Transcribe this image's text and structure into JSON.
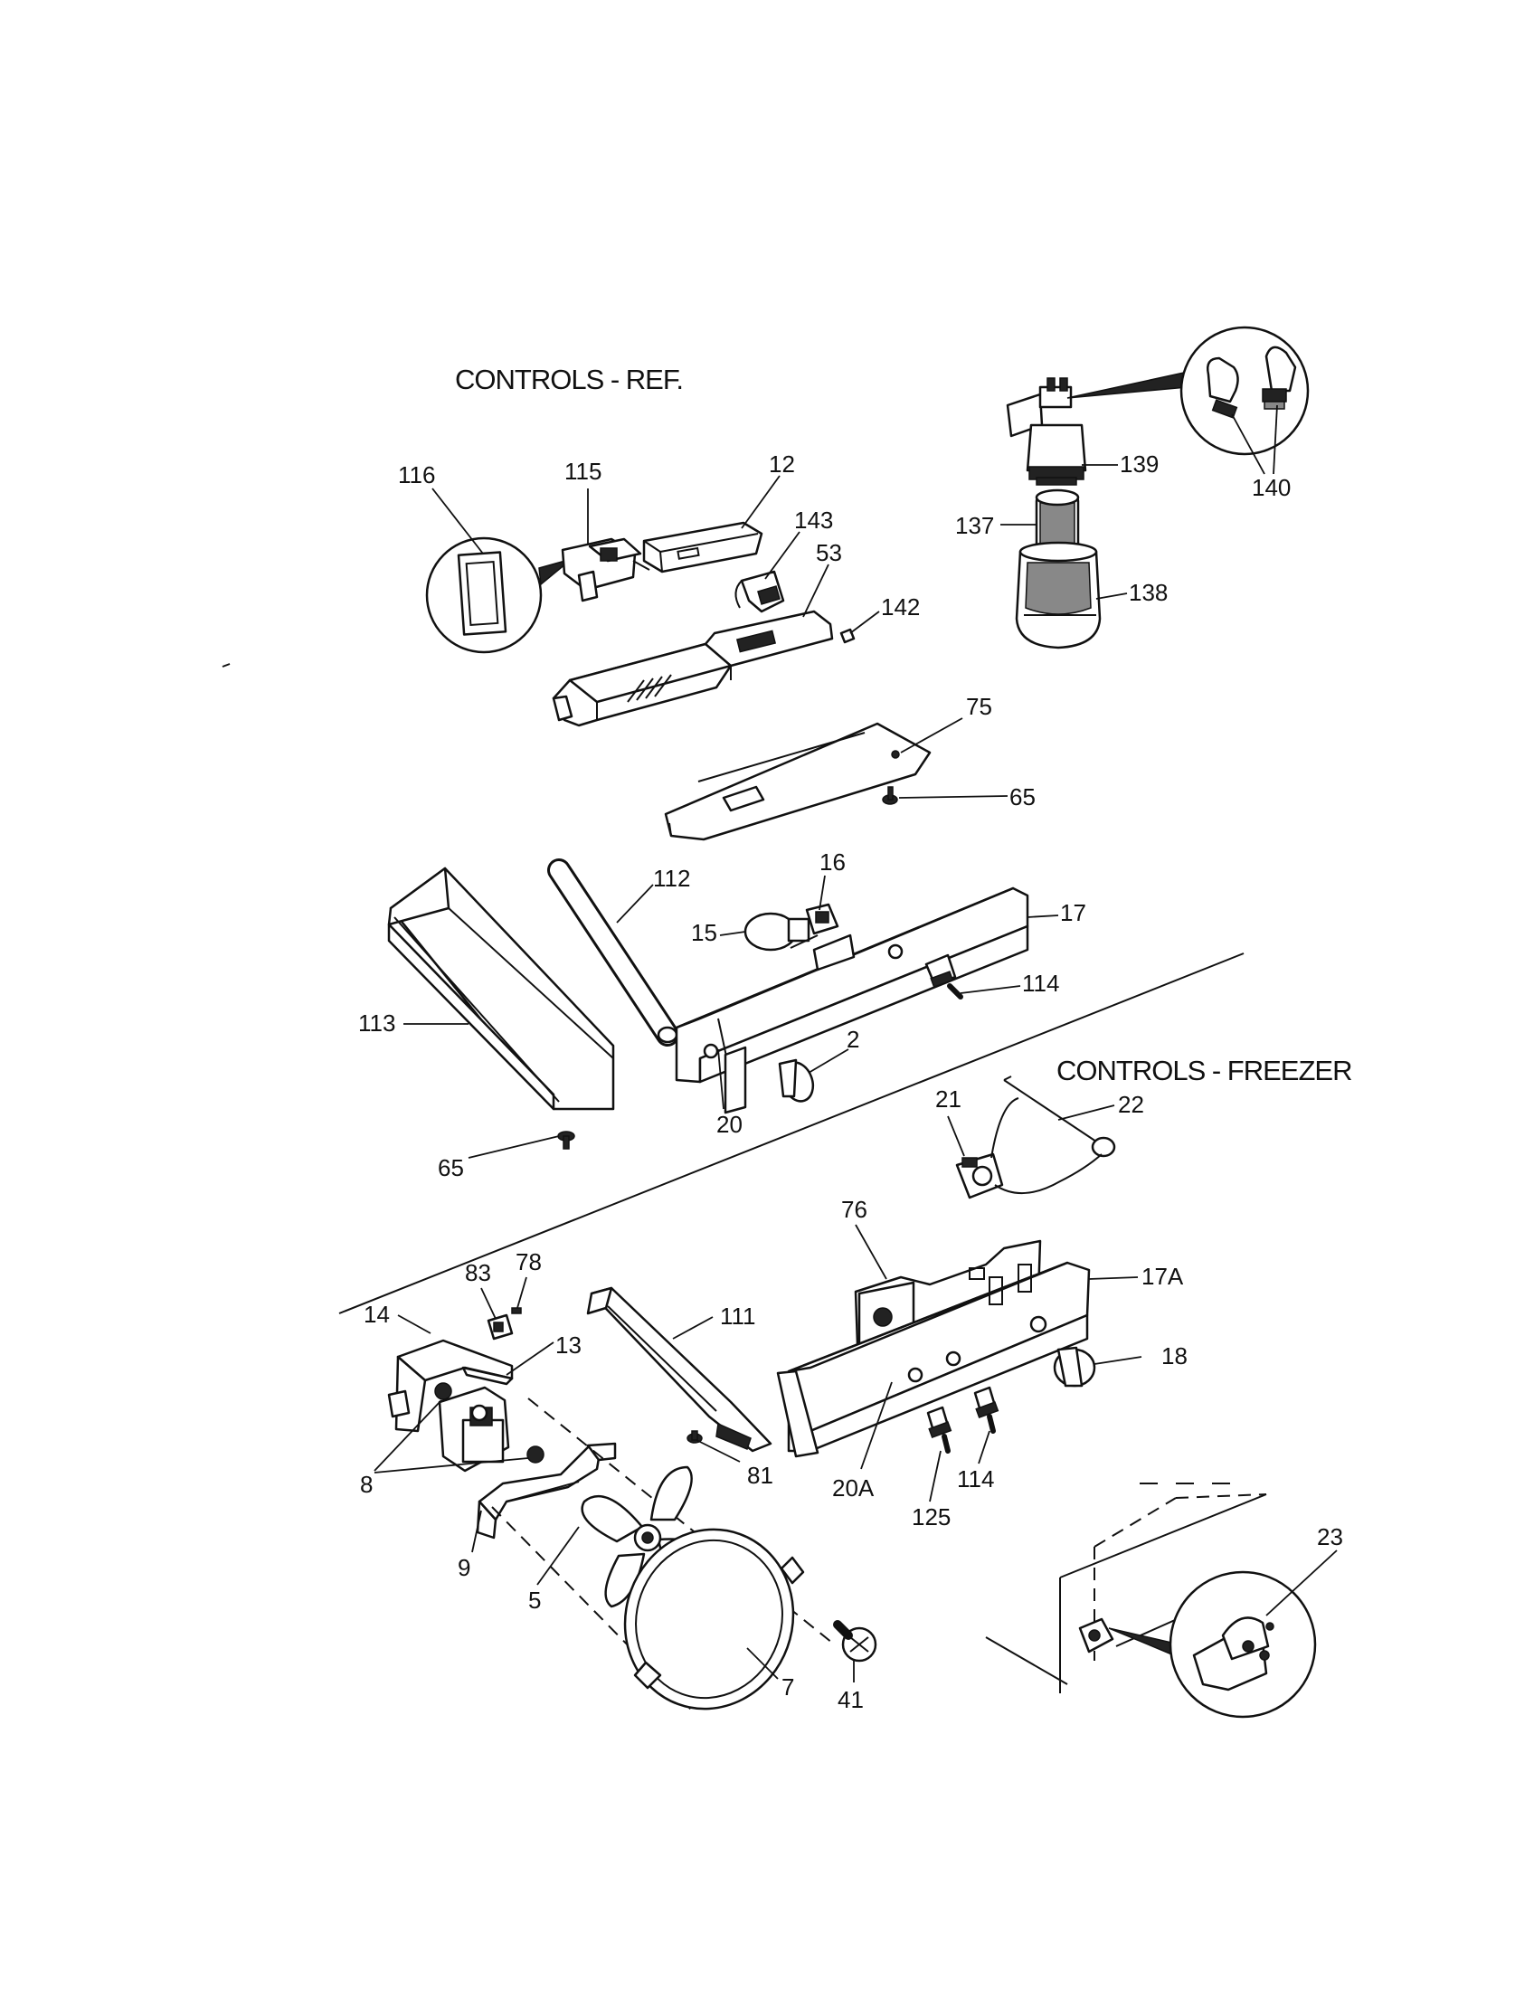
{
  "sections": {
    "refrigerator_title": "CONTROLS - REF.",
    "freezer_title": "CONTROLS - FREEZER"
  },
  "callouts": [
    {
      "id": "c116",
      "text": "116"
    },
    {
      "id": "c115",
      "text": "115"
    },
    {
      "id": "c12",
      "text": "12"
    },
    {
      "id": "c143",
      "text": "143"
    },
    {
      "id": "c53",
      "text": "53"
    },
    {
      "id": "c142",
      "text": "142"
    },
    {
      "id": "c139",
      "text": "139"
    },
    {
      "id": "c140",
      "text": "140"
    },
    {
      "id": "c137",
      "text": "137"
    },
    {
      "id": "c138",
      "text": "138"
    },
    {
      "id": "c75",
      "text": "75"
    },
    {
      "id": "c65a",
      "text": "65"
    },
    {
      "id": "c112",
      "text": "112"
    },
    {
      "id": "c16",
      "text": "16"
    },
    {
      "id": "c15",
      "text": "15"
    },
    {
      "id": "c17",
      "text": "17"
    },
    {
      "id": "c114a",
      "text": "114"
    },
    {
      "id": "c113",
      "text": "113"
    },
    {
      "id": "c2",
      "text": "2"
    },
    {
      "id": "c20",
      "text": "20"
    },
    {
      "id": "c65b",
      "text": "65"
    },
    {
      "id": "c21",
      "text": "21"
    },
    {
      "id": "c22",
      "text": "22"
    },
    {
      "id": "c76",
      "text": "76"
    },
    {
      "id": "c17a",
      "text": "17A"
    },
    {
      "id": "c18",
      "text": "18"
    },
    {
      "id": "c83",
      "text": "83"
    },
    {
      "id": "c78",
      "text": "78"
    },
    {
      "id": "c14",
      "text": "14"
    },
    {
      "id": "c13",
      "text": "13"
    },
    {
      "id": "c111",
      "text": "111"
    },
    {
      "id": "c8",
      "text": "8"
    },
    {
      "id": "c81",
      "text": "81"
    },
    {
      "id": "c20a",
      "text": "20A"
    },
    {
      "id": "c125",
      "text": "125"
    },
    {
      "id": "c114b",
      "text": "114"
    },
    {
      "id": "c9",
      "text": "9"
    },
    {
      "id": "c5",
      "text": "5"
    },
    {
      "id": "c7",
      "text": "7"
    },
    {
      "id": "c41",
      "text": "41"
    },
    {
      "id": "c23",
      "text": "23"
    }
  ]
}
